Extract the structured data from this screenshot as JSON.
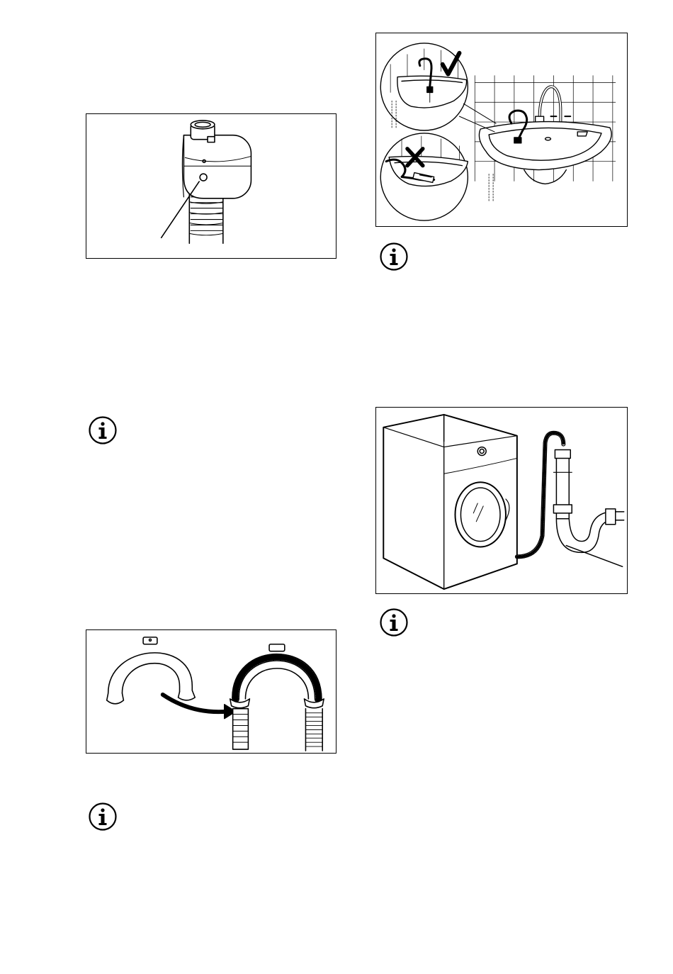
{
  "page": {
    "background": "#ffffff",
    "line_color": "#000000"
  },
  "figures": [
    {
      "id": "water-stop-device",
      "icon": "water-stop-valve-illustration"
    },
    {
      "id": "basin-hose-placement",
      "icon": "basin-check-and-cross-illustration"
    },
    {
      "id": "hose-guide-fitting",
      "icon": "hose-guide-arrow-illustration"
    },
    {
      "id": "drain-standpipe",
      "icon": "washing-machine-drain-illustration"
    }
  ],
  "info_icons": [
    {
      "id": "info-note-left-1",
      "icon": "info-icon"
    },
    {
      "id": "info-note-left-2",
      "icon": "info-icon"
    },
    {
      "id": "info-note-right-1",
      "icon": "info-icon"
    },
    {
      "id": "info-note-right-2",
      "icon": "info-icon"
    }
  ]
}
